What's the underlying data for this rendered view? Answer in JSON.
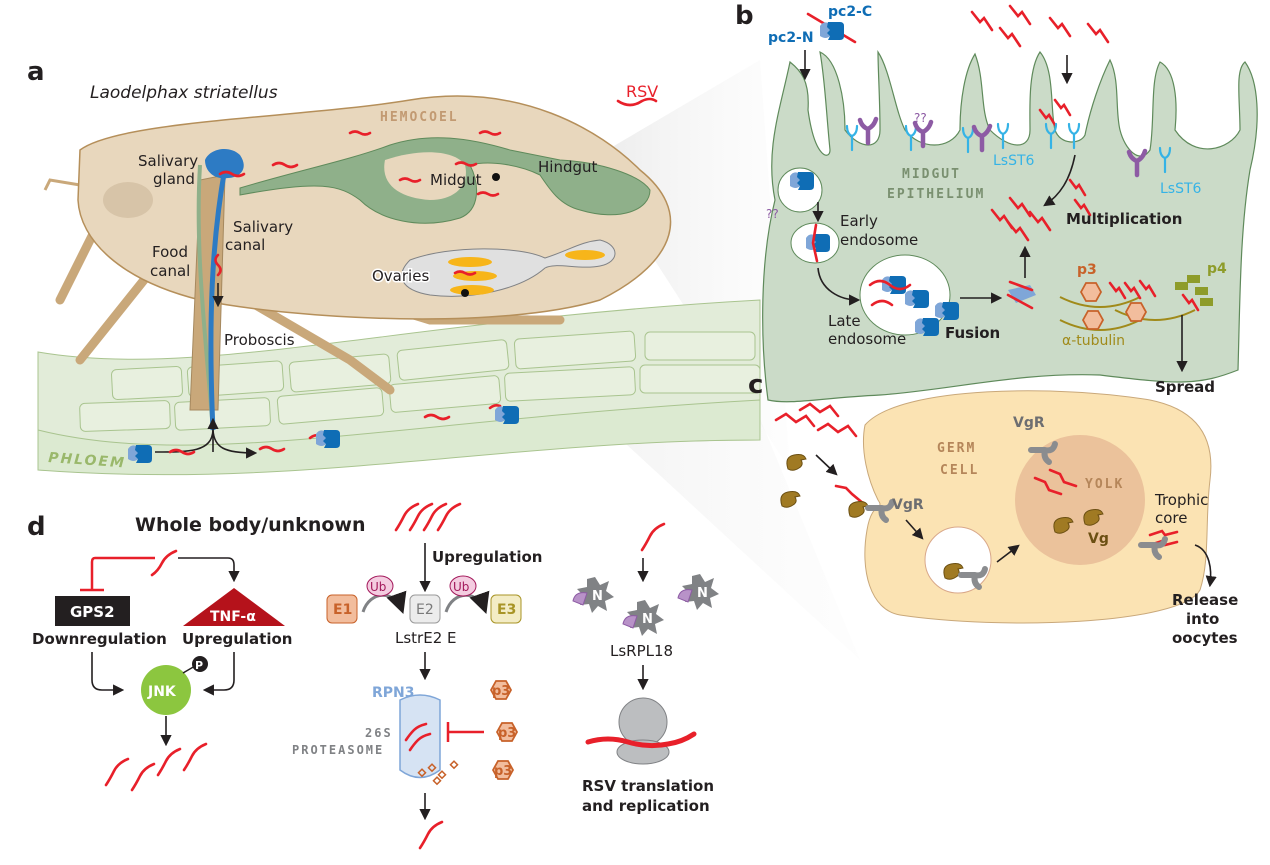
{
  "figure": {
    "panels": {
      "a": {
        "letter": "a",
        "species": "Laodelphax striatellus",
        "virus_legend": "RSV",
        "compartment": "HEMOCOEL",
        "labels": {
          "salivary_gland_1": "Salivary",
          "salivary_gland_2": "gland",
          "salivary_canal_1": "Salivary",
          "salivary_canal_2": "canal",
          "food_canal_1": "Food",
          "food_canal_2": "canal",
          "midgut": "Midgut",
          "hindgut": "Hindgut",
          "ovaries": "Ovaries",
          "proboscis": "Proboscis",
          "phloem": "PHLOEM"
        }
      },
      "b": {
        "letter": "b",
        "labels": {
          "pc2_c": "pc2-C",
          "pc2_n": "pc2-N",
          "unknown_receptor_1": "??",
          "unknown_receptor_2": "??",
          "lsst6_1": "LsST6",
          "lsst6_2": "LsST6",
          "tissue_1": "MIDGUT",
          "tissue_2": "EPITHELIUM",
          "early_endosome_1": "Early",
          "early_endosome_2": "endosome",
          "late_endosome_1": "Late",
          "late_endosome_2": "endosome",
          "fusion": "Fusion",
          "multiplication": "Multiplication",
          "p3": "p3",
          "p4": "p4",
          "tubulin": "α-tubulin",
          "spread": "Spread"
        }
      },
      "c": {
        "letter": "c",
        "labels": {
          "germ_1": "GERM",
          "germ_2": "CELL",
          "vgr_1": "VgR",
          "vgr_2": "VgR",
          "yolk": "YOLK",
          "vg": "Vg",
          "trophic_1": "Trophic",
          "trophic_2": "core",
          "release_1": "Release",
          "release_2": "into",
          "release_3": "oocytes"
        }
      },
      "d": {
        "letter": "d",
        "title": "Whole body/unknown",
        "labels": {
          "gps2": "GPS2",
          "tnf": "TNF-α",
          "downregulation": "Downregulation",
          "upregulation_left": "Upregulation",
          "jnk": "JNK",
          "phospho": "P",
          "upregulation_mid": "Upregulation",
          "ub_1": "Ub",
          "ub_2": "Ub",
          "e1": "E1",
          "e2": "E2",
          "e3": "E3",
          "lstre2": "LstrE2 E",
          "rpn3": "RPN3",
          "proteasome_1": "26S",
          "proteasome_2": "PROTEASOME",
          "p3_a": "p3",
          "p3_b": "p3",
          "p3_c": "p3",
          "n_a": "N",
          "n_b": "N",
          "n_c": "N",
          "lsrpl18": "LsRPL18",
          "rsv_1": "RSV translation",
          "rsv_2": "and replication"
        }
      }
    },
    "colors": {
      "rna": "#e8202a",
      "body": "#e8d7bd",
      "gut": "#8fb08a",
      "epithelium": "#cbdbc8",
      "germ_cell": "#fbe3b3",
      "yolk": "#ebc29b",
      "coat_dark": "#0f6db5",
      "coat_light": "#7fa6d8",
      "receptor_cyan": "#35b3e6",
      "receptor_purple": "#8d5ba4",
      "vg": "#a07a23",
      "vgr": "#8a8c8f",
      "jnk": "#8cc63f",
      "tnf": "#b5121b",
      "gps2": "#231f20"
    }
  }
}
